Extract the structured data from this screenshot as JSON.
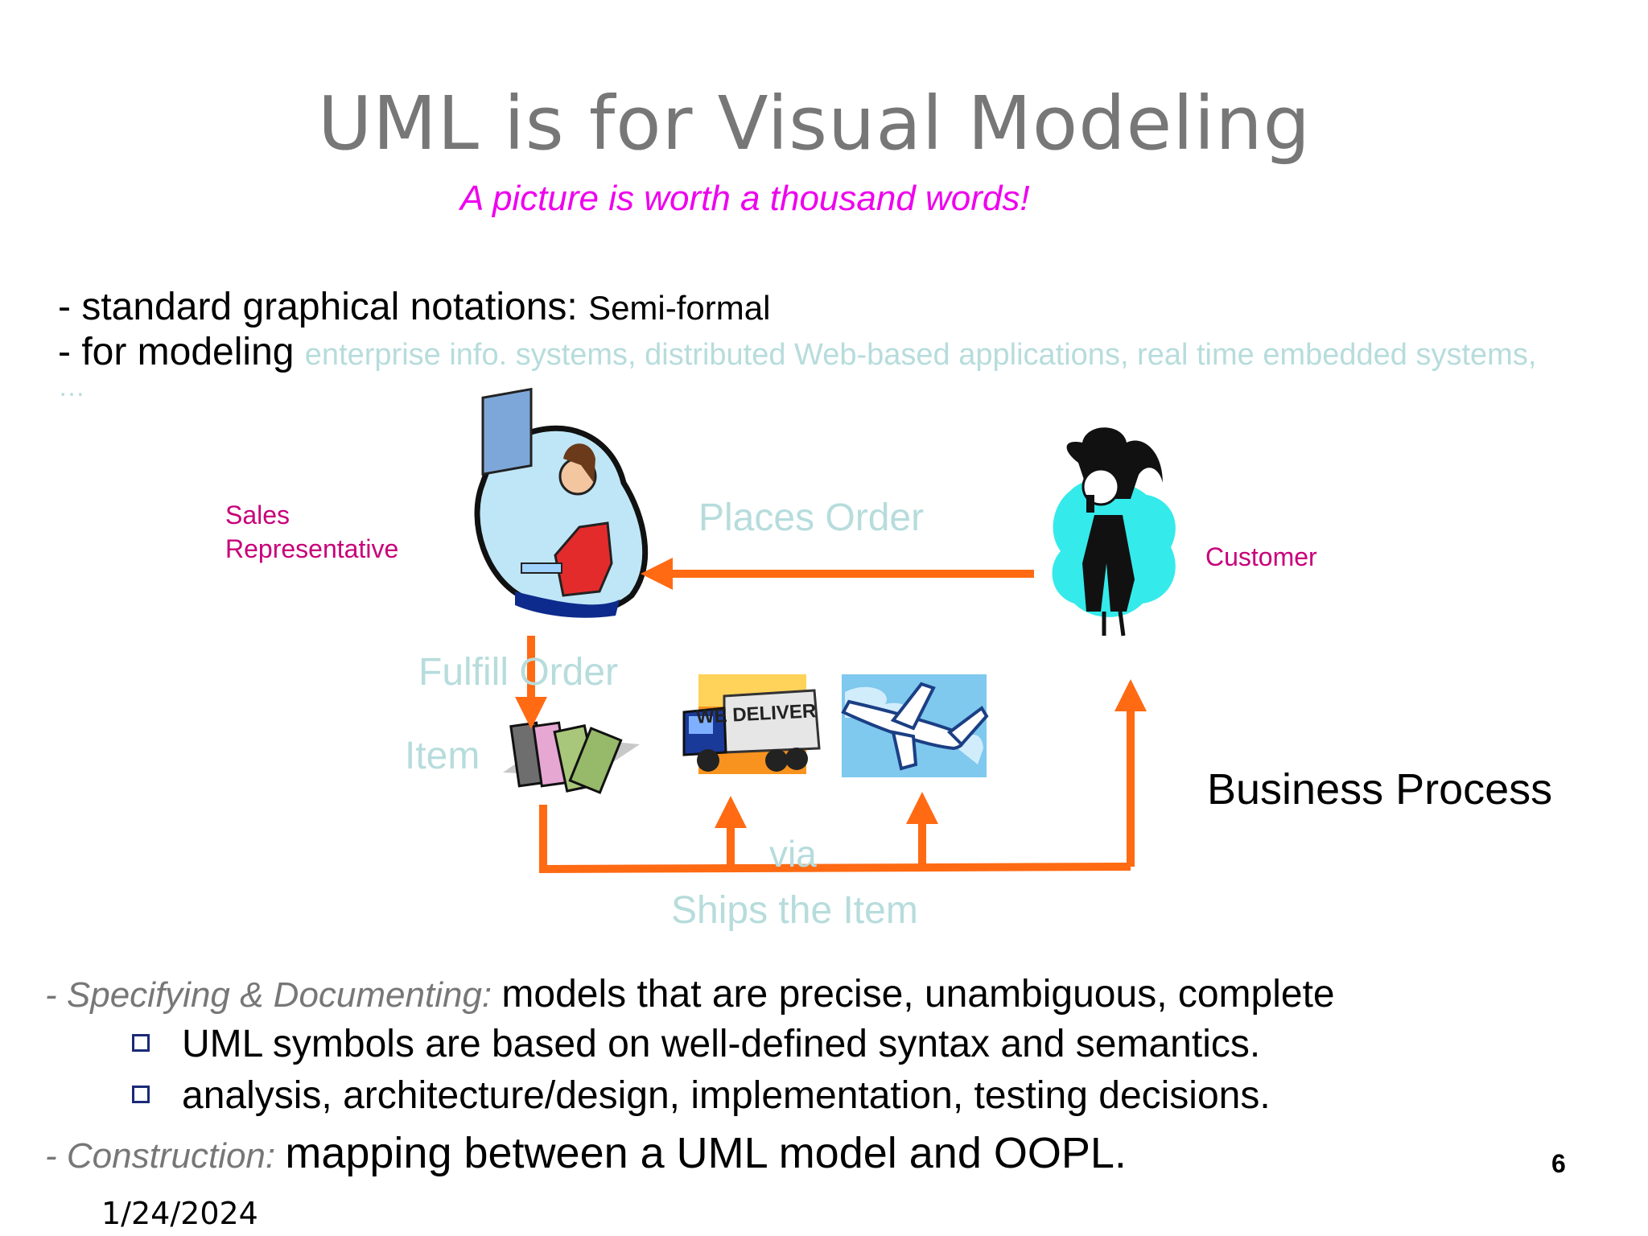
{
  "slide": {
    "title": "UML is for Visual Modeling",
    "subtitle": "A picture is worth a thousand words!",
    "bullets": {
      "line1_lead": "- standard graphical notations: ",
      "line1_value": "Semi-formal",
      "line2_lead": "- for modeling ",
      "line2_value": "enterprise info. systems, distributed Web-based applications, real time embedded systems,",
      "line2_cont": "…"
    },
    "diagram": {
      "sales_rep_line1": "Sales",
      "sales_rep_line2": "Representative",
      "customer": "Customer",
      "places_order": "Places Order",
      "fulfill_order": "Fulfill Order",
      "item": "Item",
      "via": "via",
      "ships_item": "Ships the Item",
      "business_process": "Business Process",
      "truck_text": "WE DELIVER"
    },
    "lower": {
      "spec_lead": "- Specifying & Documenting: ",
      "spec_text": "models that are precise, unambiguous, complete",
      "sub1": "UML symbols are based on well-defined syntax and semantics.",
      "sub2": "analysis, architecture/design, implementation, testing decisions.",
      "cons_lead": "- Construction: ",
      "cons_text": "mapping between a UML model and OOPL."
    },
    "page_number": "6",
    "date": "1/24/2024"
  },
  "colors": {
    "arrow": "#ff6a13",
    "title": "#777777",
    "subtitle": "#ee00ee",
    "light_text": "#b7dcdc",
    "actor_label": "#c8007a"
  }
}
